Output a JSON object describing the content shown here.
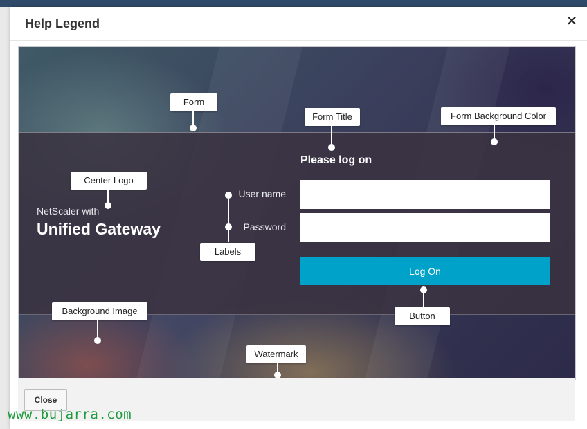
{
  "dialog": {
    "title": "Help Legend",
    "close_icon": "close-icon",
    "close_glyph": "✕",
    "close_button_label": "Close"
  },
  "preview": {
    "logo_line1": "NetScaler with",
    "logo_line2": "Unified Gateway",
    "form_title": "Please log on",
    "username_label": "User name",
    "password_label": "Password",
    "logon_button": "Log On",
    "button_color": "#00a2c9"
  },
  "callouts": {
    "form": "Form",
    "form_title": "Form Title",
    "form_background_color": "Form Background Color",
    "center_logo": "Center Logo",
    "labels": "Labels",
    "background_image": "Background Image",
    "button": "Button",
    "watermark": "Watermark"
  },
  "site_watermark": "www.bujarra.com"
}
